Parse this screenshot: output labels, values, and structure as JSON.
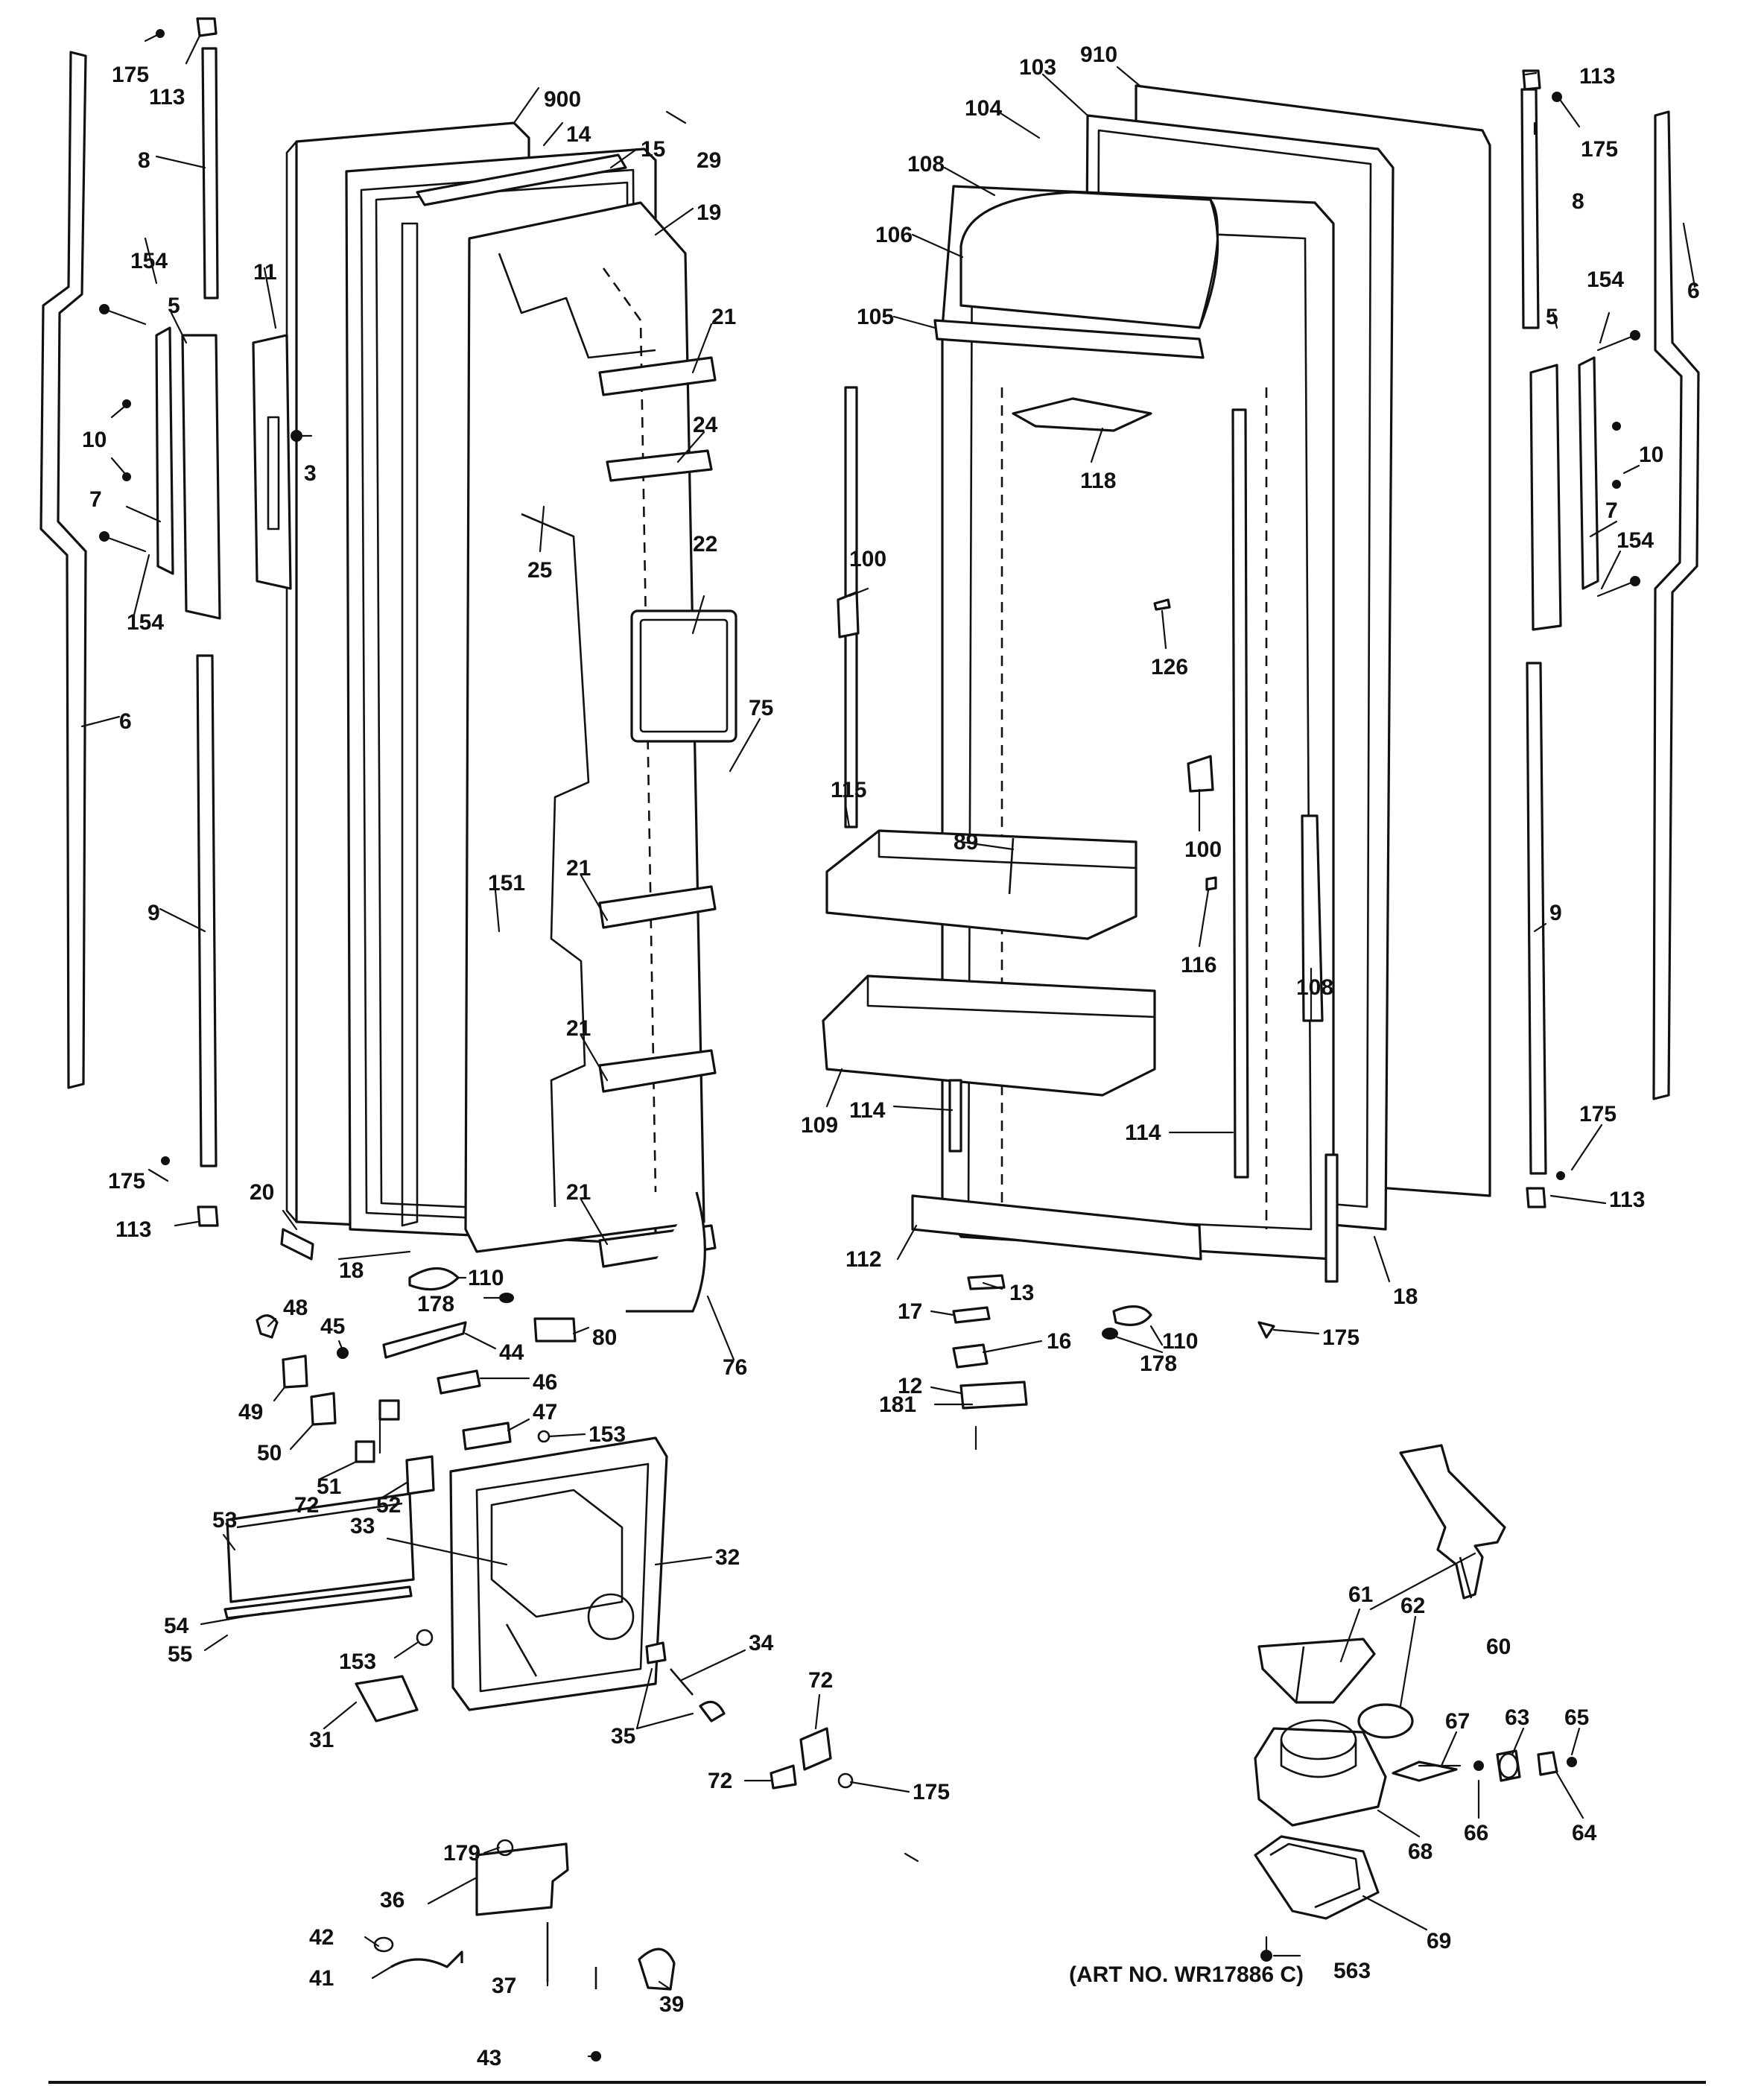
{
  "art_number": "(ART NO. WR17886 C)",
  "labels": [
    "175",
    "113",
    "8",
    "900",
    "14",
    "15",
    "29",
    "19",
    "11",
    "154",
    "5",
    "10",
    "3",
    "7",
    "21",
    "24",
    "25",
    "22",
    "6",
    "9",
    "75",
    "151",
    "20",
    "18",
    "110",
    "178",
    "80",
    "76",
    "48",
    "45",
    "44",
    "46",
    "47",
    "153",
    "49",
    "50",
    "51",
    "72",
    "52",
    "53",
    "33",
    "32",
    "54",
    "55",
    "31",
    "34",
    "35",
    "179",
    "36",
    "42",
    "41",
    "37",
    "39",
    "43",
    "910",
    "103",
    "104",
    "108",
    "106",
    "105",
    "118",
    "100",
    "126",
    "115",
    "89",
    "116",
    "109",
    "114",
    "112",
    "13",
    "17",
    "16",
    "12",
    "181",
    "61",
    "62",
    "60",
    "67",
    "63",
    "65",
    "68",
    "66",
    "64",
    "69",
    "563"
  ],
  "colors": {
    "line": "#111111",
    "background": "#ffffff"
  }
}
